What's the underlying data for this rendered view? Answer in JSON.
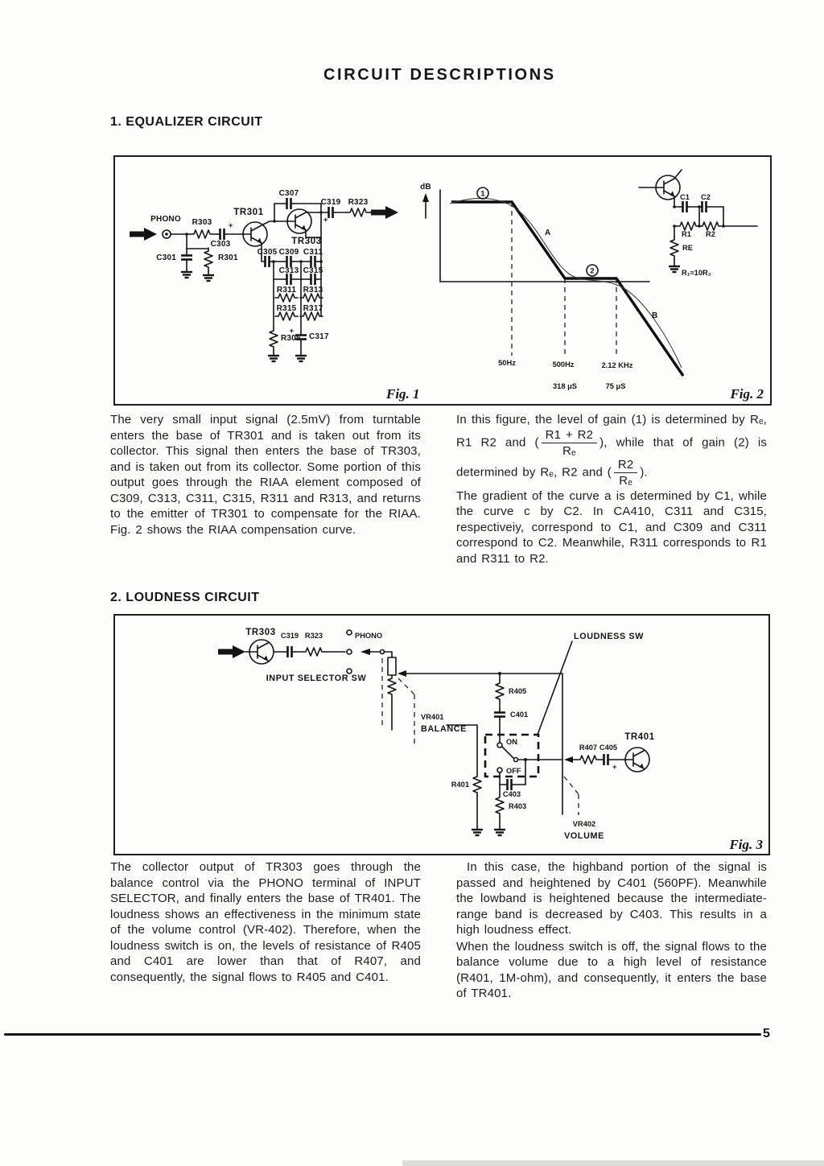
{
  "page": {
    "title": "CIRCUIT DESCRIPTIONS",
    "number": "5"
  },
  "sec1": {
    "heading": "1. EQUALIZER CIRCUIT",
    "fig1_label": "Fig. 1",
    "fig2_label": "Fig. 2",
    "left_text": "The very small input signal (2.5mV) from turntable enters the base of TR301 and is taken out from its collector. This signal then enters the base of TR303, and is taken out from its collector. Some portion of this output goes through the RIAA element composed of C309, C313, C311, C315, R311 and R313, and returns to the emitter of TR301 to compensate for the RIAA. Fig. 2 shows the RIAA compensation curve.",
    "right": {
      "p1a": "In this figure, the level of gain (1) is determined by Rₑ, R1 R2 and (",
      "f1_num": "R1 + R2",
      "f1_den": "Rₑ",
      "p1b": "), while that of gain (2) is determined by Rₑ, R2 and (",
      "f2_num": "R2",
      "f2_den": "Rₑ",
      "p1c": ").",
      "p2": "The gradient of the curve a is determined by C1, while the curve c by C2. In CA410, C311 and C315, respectiveiy, correspond to C1, and C309 and C311 correspond to C2. Meanwhile, R311 corresponds to R1 and R311 to R2."
    },
    "fig1": {
      "phono": "PHONO",
      "r303": "R303",
      "c303": "C303",
      "tr301": "TR301",
      "c307": "C307",
      "tr303": "TR303",
      "c319": "C319",
      "r323": "R323",
      "c301": "C301",
      "r301": "R301",
      "c305": "C305",
      "c309": "C309",
      "c311": "C311",
      "c313": "C313",
      "c315": "C315",
      "r311": "R311",
      "r313": "R313",
      "r315": "R315",
      "r317": "R317",
      "r305": "R305",
      "c317": "C317",
      "plus": "+"
    },
    "fig2": {
      "ylabel": "dB",
      "point1": "1",
      "point2": "2",
      "curve_a": "A",
      "curve_b": "B",
      "f_50": "50Hz",
      "f_500": "500Hz",
      "f_2_12k": "2.12 KHz",
      "t_318": "318 μS",
      "t_75": "75 μS",
      "c1": "C1",
      "c2": "C2",
      "r1": "R1",
      "r2": "R2",
      "re": "RE",
      "note": "R₁≈10R₂"
    }
  },
  "sec2": {
    "heading": "2. LOUDNESS CIRCUIT",
    "fig3_label": "Fig. 3",
    "left_text": "The collector output of TR303 goes through the balance control via the PHONO terminal of INPUT SELECTOR, and finally enters the base of TR401. The loudness shows an effectiveness in the minimum state of the volume control (VR-402). Therefore, when the loudness switch is on, the levels of resistance of R405 and C401 are lower than that of R407, and consequently, the signal flows to R405 and C401.",
    "right_p1": "In this case, the highband portion of the signal is passed and heightened by C401 (560PF). Meanwhile the lowband is heightened because the intermediate-range band is decreased by C403. This results in a high loudness effect.",
    "right_p2": "When the loudness switch is off, the signal flows to the balance volume due to a high level of resistance (R401, 1M-ohm), and consequently, it enters the base of TR401.",
    "fig3": {
      "tr303": "TR303",
      "c319": "C319",
      "r323": "R323",
      "phono": "PHONO",
      "input_sel": "INPUT SELECTOR SW",
      "loudness_sw": "LOUDNESS SW",
      "vr401": "VR401",
      "balance": "BALANCE",
      "r405": "R405",
      "c401": "C401",
      "on": "ON",
      "off": "OFF",
      "r401": "R401",
      "c403": "C403",
      "r403": "R403",
      "r407": "R407",
      "c405": "C405",
      "tr401": "TR401",
      "vr402": "VR402",
      "volume": "VOLUME",
      "plus": "+"
    }
  }
}
